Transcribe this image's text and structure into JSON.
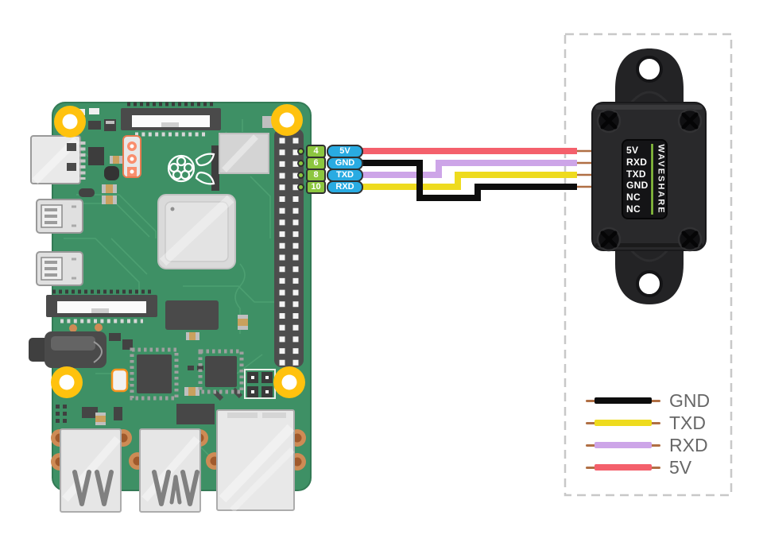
{
  "gpio_callouts": [
    {
      "pin_number": "4",
      "signal": "5V"
    },
    {
      "pin_number": "6",
      "signal": "GND"
    },
    {
      "pin_number": "8",
      "signal": "TXD"
    },
    {
      "pin_number": "10",
      "signal": "RXD"
    }
  ],
  "module": {
    "brand": "WAVESHARE",
    "pin_labels": [
      "5V",
      "RXD",
      "TXD",
      "GND",
      "NC",
      "NC"
    ]
  },
  "connections": [
    {
      "pi_pin": "4",
      "pi_signal": "5V",
      "module_pin": "5V",
      "wire": "red"
    },
    {
      "pi_pin": "6",
      "pi_signal": "GND",
      "module_pin": "GND",
      "wire": "black"
    },
    {
      "pi_pin": "8",
      "pi_signal": "TXD",
      "module_pin": "RXD",
      "wire": "purple"
    },
    {
      "pi_pin": "10",
      "pi_signal": "RXD",
      "module_pin": "TXD",
      "wire": "yellow"
    }
  ],
  "legend": {
    "items": [
      {
        "label": "GND",
        "color": "#0D0D0D"
      },
      {
        "label": "TXD",
        "color": "#EEDB1E"
      },
      {
        "label": "RXD",
        "color": "#CDA5E8"
      },
      {
        "label": "5V",
        "color": "#F4606C"
      }
    ],
    "lead_color": "#B06F44"
  },
  "colors": {
    "wire_5v": "#F4606C",
    "wire_gnd": "#0D0D0D",
    "wire_txd": "#EEDB1E",
    "wire_rxd": "#CDA5E8",
    "wire_lead": "#B06F44",
    "pin_number_badge": "#8CC63F",
    "signal_badge": "#29ABE2",
    "board_green": "#3E9065",
    "mounting_hole": "#FFC20E",
    "module_accent": "#8CC63F"
  },
  "icons": {
    "board_logo": "raspberry-pi-logo",
    "module_screws": "screw-icon"
  }
}
